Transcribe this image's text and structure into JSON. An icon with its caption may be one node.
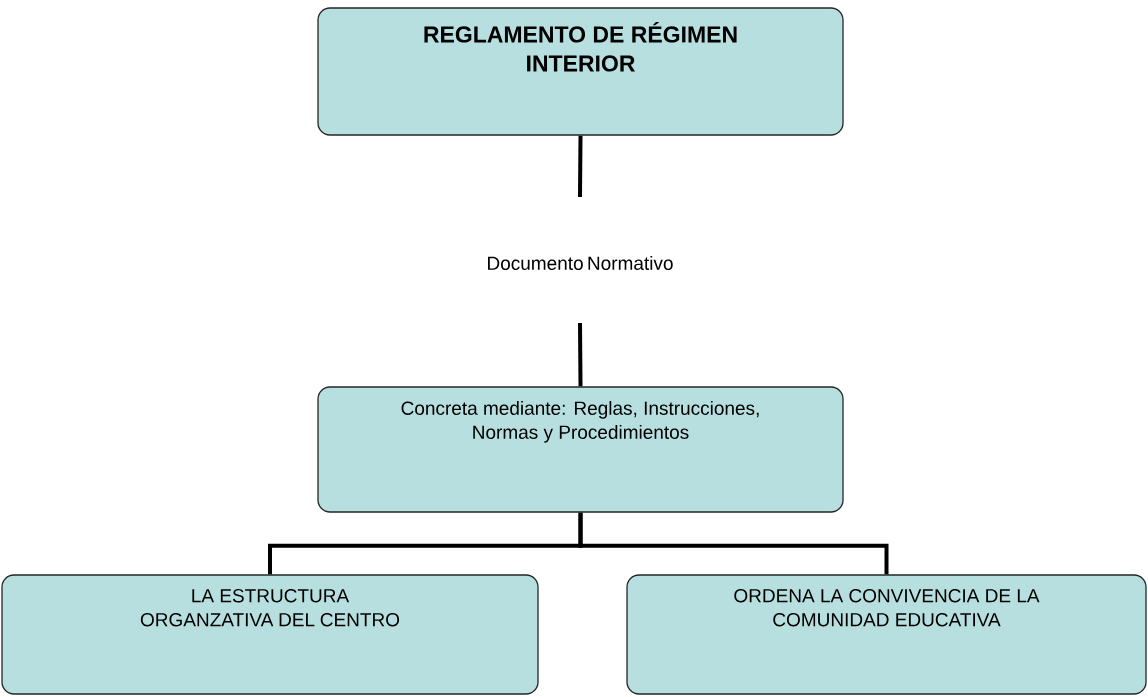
{
  "diagram": {
    "nodes": [
      {
        "text": [
          "REGLAMENTO DE RÉGIMEN INTERIOR"
        ]
      },
      {
        "text": [
          "Documento Normativo"
        ]
      },
      {
        "text": [
          "Concreta mediante: Reglas, Instrucciones, Normas y Procedimientos"
        ]
      },
      {
        "text": [
          "LA ESTRUCTURA ORGANZATIVA DEL CENTRO"
        ]
      },
      {
        "text": [
          "ORDENA LA CONVIVENCIA DE LA COMUNIDAD EDUCATIVA"
        ]
      }
    ],
    "edges": [
      {
        "from": 0,
        "to": 1,
        "arrow": "none"
      },
      {
        "from": 1,
        "to": 2,
        "arrow": "none"
      },
      {
        "from": 2,
        "to": 3,
        "arrow": "none"
      },
      {
        "from": 2,
        "to": 4,
        "arrow": "none"
      }
    ]
  }
}
